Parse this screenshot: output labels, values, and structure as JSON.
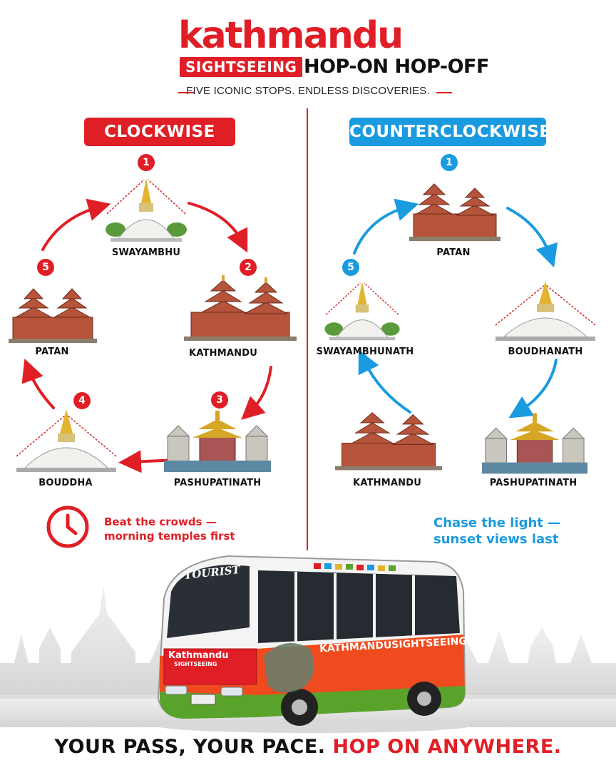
{
  "header": {
    "brand": "kathmandu",
    "badge": "SIGHTSEEING",
    "subtitle": "HOP-ON HOP-OFF",
    "tagline": "FIVE ICONIC STOPS. ENDLESS DISCOVERIES."
  },
  "clockwise": {
    "title": "CLOCKWISE",
    "stops": [
      {
        "number": "1",
        "name": "SWAYAMBHU",
        "icon": "stupa-icon"
      },
      {
        "number": "2",
        "name": "KATHMANDU",
        "icon": "temple-icon"
      },
      {
        "number": "3",
        "name": "PASHUPATINATH",
        "icon": "pagoda-icon"
      },
      {
        "number": "4",
        "name": "BOUDDHA",
        "icon": "stupa-icon"
      },
      {
        "number": "5",
        "name": "PATAN",
        "icon": "temple-icon"
      }
    ],
    "note_line1": "Beat the crowds —",
    "note_line2": "morning temples first",
    "note_icon": "clock-icon"
  },
  "counterclockwise": {
    "title": "COUNTERCLOCKWISE",
    "stops": [
      {
        "number": "1",
        "name": "PATAN",
        "icon": "temple-icon"
      },
      {
        "name": "BOUDHANATH",
        "icon": "stupa-icon"
      },
      {
        "name": "PASHUPATINATH",
        "icon": "pagoda-icon"
      },
      {
        "name": "KATHMANDU",
        "icon": "temple-icon"
      },
      {
        "number": "5",
        "name": "SWAYAMBHUNATH",
        "icon": "stupa-icon"
      }
    ],
    "note_line1": "Chase the light —",
    "note_line2": "sunset views last"
  },
  "bus": {
    "destination": "TOURIST",
    "front_brand": "Kathmandu",
    "front_sub": "SIGHTSEEING",
    "side_brand_a": "KATHMANDU",
    "side_brand_b": "SIGHTSEEING"
  },
  "footer": {
    "part1": "YOUR PASS, YOUR PACE.",
    "part2": "HOP ON ANYWHERE."
  },
  "colors": {
    "red": "#e01e26",
    "blue": "#1a9be0",
    "dark": "#111111"
  }
}
